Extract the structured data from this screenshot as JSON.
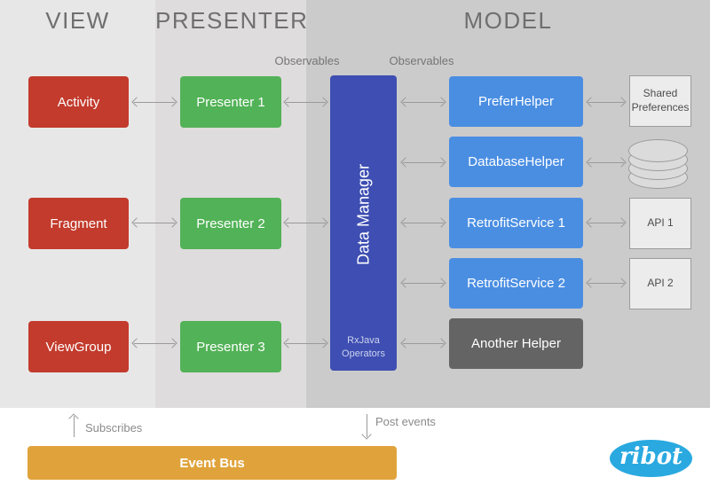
{
  "headers": {
    "view": "VIEW",
    "presenter": "PRESENTER",
    "model": "MODEL"
  },
  "annotations": {
    "observables_left": "Observables",
    "observables_right": "Observables",
    "subscribes": "Subscribes",
    "post_events": "Post events"
  },
  "view_column": {
    "boxes": [
      {
        "label": "Activity"
      },
      {
        "label": "Fragment"
      },
      {
        "label": "ViewGroup"
      }
    ]
  },
  "presenter_column": {
    "boxes": [
      {
        "label": "Presenter 1"
      },
      {
        "label": "Presenter 2"
      },
      {
        "label": "Presenter 3"
      }
    ]
  },
  "model_column": {
    "data_manager": {
      "title": "Data Manager",
      "subtitle": "RxJava Operators"
    },
    "helpers": [
      {
        "label": "PreferHelper"
      },
      {
        "label": "DatabaseHelper"
      },
      {
        "label": "RetrofitService 1"
      },
      {
        "label": "RetrofitService 2"
      },
      {
        "label": "Another Helper"
      }
    ],
    "externals": [
      {
        "label": "Shared Preferences"
      },
      {
        "label": "API 1"
      },
      {
        "label": "API 2"
      }
    ],
    "icons": {
      "database": "database-cylinder-icon"
    }
  },
  "event_bus": {
    "label": "Event Bus"
  },
  "logo": {
    "label": "ribot"
  },
  "colors": {
    "view_bg": "#e8e7e7",
    "presenter_bg": "#dedcdd",
    "model_bg": "#cccbcb",
    "red": "#c23b2c",
    "green": "#52b257",
    "blue": "#4a8ee2",
    "indigo": "#3e4eb2",
    "dark_gray": "#646464",
    "orange": "#e0a33c",
    "ribot_blue": "#29a9e0",
    "arrow": "#9a9a9a"
  }
}
